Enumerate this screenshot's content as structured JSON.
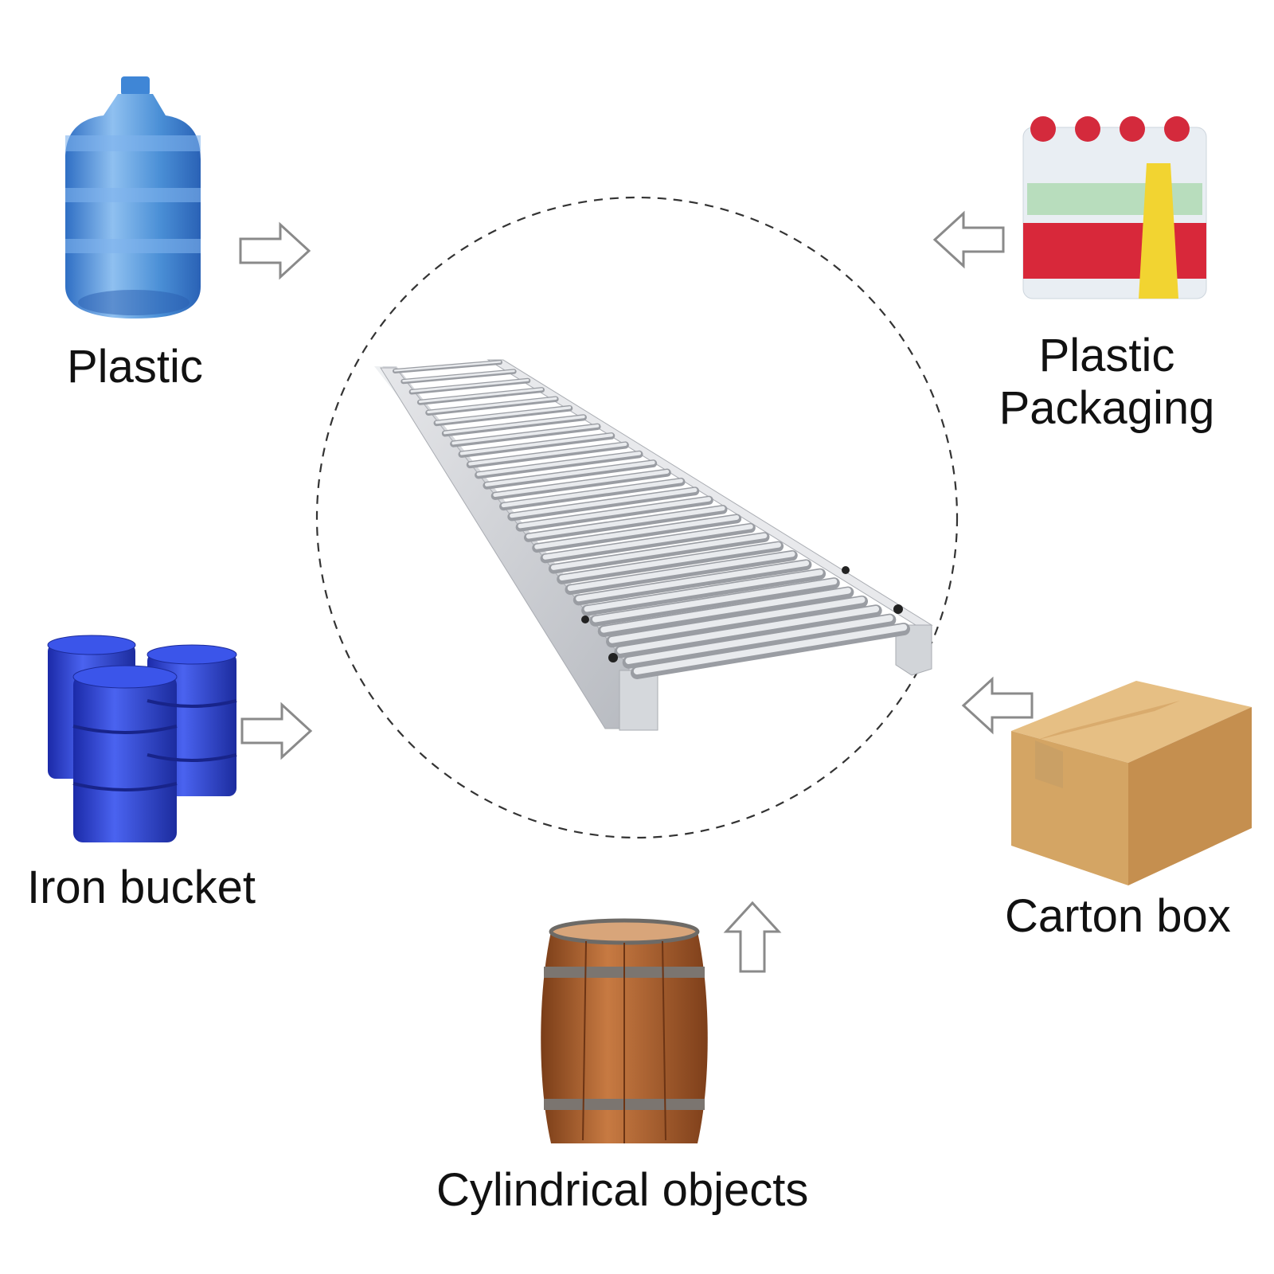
{
  "labels": {
    "plastic": "Plastic",
    "plastic_packaging_line1": "Plastic",
    "plastic_packaging_line2": "Packaging",
    "iron_bucket": "Iron bucket",
    "carton_box": "Carton box",
    "cylindrical_objects": "Cylindrical objects"
  },
  "colors": {
    "arrow_stroke": "#8a8a8a",
    "circle_stroke": "#333333",
    "conveyor_metal": "#c9ccd1",
    "bottle_blue": "#4a8fd6",
    "drum_blue": "#2b3fd0",
    "packaging_red": "#d8283a",
    "box_cardboard": "#d6a76a",
    "barrel_wood": "#b86a35"
  },
  "icons": [
    "water-bottle-icon",
    "bottle-pack-icon",
    "steel-drums-icon",
    "carton-box-icon",
    "wooden-barrel-icon",
    "roller-conveyor-icon"
  ]
}
